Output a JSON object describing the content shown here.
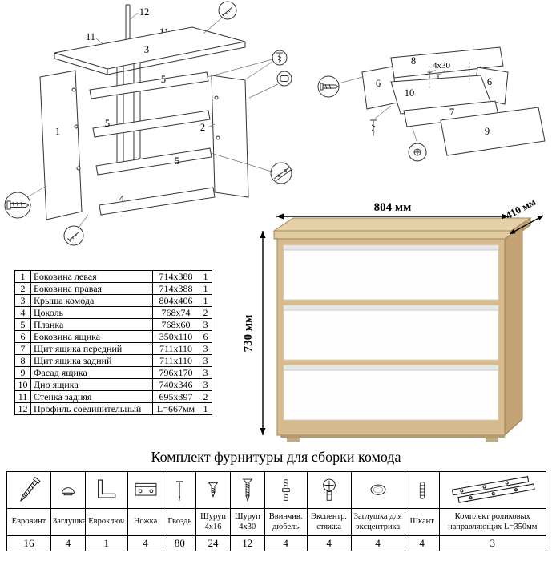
{
  "colors": {
    "wood": "#d7ba8e",
    "wood_dark": "#c3a375",
    "wood_light": "#e6d1a6",
    "wood_edge": "#e0c99c",
    "drawer_front": "#fefefe",
    "handle_shadow": "#e6e6e6"
  },
  "diagram_left": {
    "labels": [
      "12",
      "11",
      "11",
      "3",
      "1",
      "2",
      "5",
      "5",
      "5",
      "4"
    ]
  },
  "diagram_right": {
    "labels": [
      "8",
      "4x30",
      "6",
      "6",
      "10",
      "7",
      "9"
    ]
  },
  "dresser": {
    "width_label": "804 мм",
    "depth_label": "410 мм",
    "height_label": "730 мм"
  },
  "parts": {
    "rows": [
      {
        "n": "1",
        "name": "Боковина левая",
        "size": "714x388",
        "q": "1"
      },
      {
        "n": "2",
        "name": "Боковина правая",
        "size": "714x388",
        "q": "1"
      },
      {
        "n": "3",
        "name": "Крыша комода",
        "size": "804x406",
        "q": "1"
      },
      {
        "n": "4",
        "name": "Цоколь",
        "size": "768x74",
        "q": "2"
      },
      {
        "n": "5",
        "name": "Планка",
        "size": "768x60",
        "q": "3"
      },
      {
        "n": "6",
        "name": "Боковина ящика",
        "size": "350x110",
        "q": "6"
      },
      {
        "n": "7",
        "name": "Щит ящика передний",
        "size": "711x110",
        "q": "3"
      },
      {
        "n": "8",
        "name": "Щит ящика задний",
        "size": "711x110",
        "q": "3"
      },
      {
        "n": "9",
        "name": "Фасад ящика",
        "size": "796x170",
        "q": "3"
      },
      {
        "n": "10",
        "name": "Дно ящика",
        "size": "740x346",
        "q": "3"
      },
      {
        "n": "11",
        "name": "Стенка задняя",
        "size": "695x397",
        "q": "2"
      },
      {
        "n": "12",
        "name": "Профиль соединительный",
        "size": "L=667мм",
        "q": "1"
      }
    ]
  },
  "hardware": {
    "title": "Комплект фурнитуры для сборки комода",
    "items": [
      {
        "icon": "euroscrew-icon",
        "name": "Евровинт",
        "qty": "16"
      },
      {
        "icon": "cap-icon",
        "name": "Заглушка",
        "qty": "4"
      },
      {
        "icon": "hexkey-icon",
        "name": "Евроключ",
        "qty": "1"
      },
      {
        "icon": "foot-icon",
        "name": "Ножка",
        "qty": "4"
      },
      {
        "icon": "nail-icon",
        "name": "Гвоздь",
        "qty": "80"
      },
      {
        "icon": "screw-4x16-icon",
        "name": "Шуруп 4x16",
        "qty": "24"
      },
      {
        "icon": "screw-4x30-icon",
        "name": "Шуруп 4x30",
        "qty": "12"
      },
      {
        "icon": "threaded-dowel-icon",
        "name": "Ввинчив. дюбель",
        "qty": "4"
      },
      {
        "icon": "cam-lock-icon",
        "name": "Эксцентр. стяжка",
        "qty": "4"
      },
      {
        "icon": "cam-cap-icon",
        "name": "Заглушка для эксцентрика",
        "qty": "4"
      },
      {
        "icon": "wood-dowel-icon",
        "name": "Шкант",
        "qty": "4"
      },
      {
        "icon": "roller-guides-icon",
        "name": "Комплект роликовых направляющих L=350мм",
        "qty": "3"
      }
    ]
  }
}
